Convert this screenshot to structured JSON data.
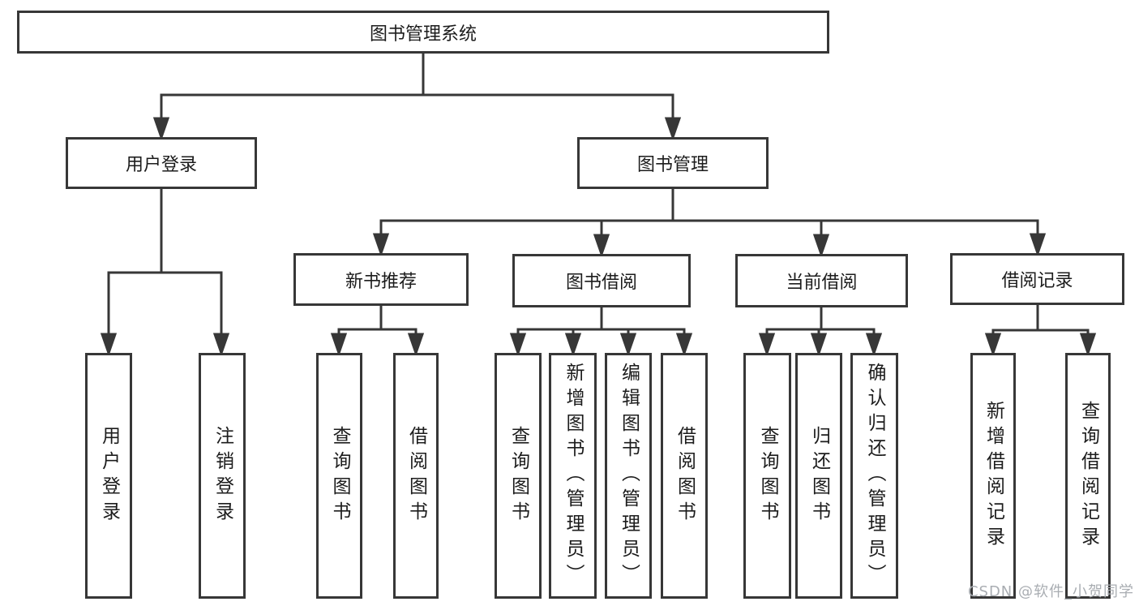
{
  "tree": {
    "label": "图书管理系统",
    "children": [
      {
        "label": "用户登录",
        "children": [
          {
            "label": "用户登录"
          },
          {
            "label": "注销登录"
          }
        ]
      },
      {
        "label": "图书管理",
        "children": [
          {
            "label": "新书推荐",
            "children": [
              {
                "label": "查询图书"
              },
              {
                "label": "借阅图书"
              }
            ]
          },
          {
            "label": "图书借阅",
            "children": [
              {
                "label": "查询图书"
              },
              {
                "label": "新增图书（管理员）"
              },
              {
                "label": "编辑图书（管理员）"
              },
              {
                "label": "借阅图书"
              }
            ]
          },
          {
            "label": "当前借阅",
            "children": [
              {
                "label": "查询图书"
              },
              {
                "label": "归还图书"
              },
              {
                "label": "确认归还（管理员）"
              }
            ]
          },
          {
            "label": "借阅记录",
            "children": [
              {
                "label": "新增借阅记录"
              },
              {
                "label": "查询借阅记录"
              }
            ]
          }
        ]
      }
    ]
  },
  "watermark": "CSDN @软件_小贺同学",
  "colors": {
    "line": "#373737",
    "box_border": "#373737",
    "text": "#1c1c1c",
    "watermark": "#a9adb2",
    "background": "#ffffff"
  }
}
